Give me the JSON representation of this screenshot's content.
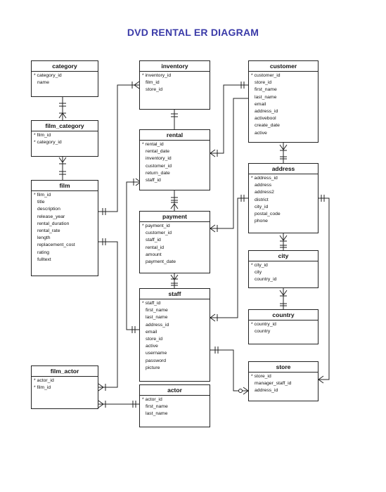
{
  "title": "DVD RENTAL ER DIAGRAM",
  "entities": {
    "category": {
      "name": "category",
      "attrs": [
        {
          "text": "category_id",
          "key": true
        },
        {
          "text": "name",
          "key": false
        }
      ]
    },
    "film_category": {
      "name": "film_category",
      "attrs": [
        {
          "text": "film_id",
          "key": true
        },
        {
          "text": "category_id",
          "key": true
        }
      ]
    },
    "film": {
      "name": "film",
      "attrs": [
        {
          "text": "film_id",
          "key": true
        },
        {
          "text": "title",
          "key": false
        },
        {
          "text": "description",
          "key": false
        },
        {
          "text": "release_year",
          "key": false
        },
        {
          "text": "rental_duration",
          "key": false
        },
        {
          "text": "rental_rate",
          "key": false
        },
        {
          "text": "length",
          "key": false
        },
        {
          "text": "replacement_cost",
          "key": false
        },
        {
          "text": "rating",
          "key": false
        },
        {
          "text": "fulltext",
          "key": false
        }
      ]
    },
    "film_actor": {
      "name": "film_actor",
      "attrs": [
        {
          "text": "actor_id",
          "key": true
        },
        {
          "text": "film_id",
          "key": true
        }
      ]
    },
    "inventory": {
      "name": "inventory",
      "attrs": [
        {
          "text": "inventory_id",
          "key": true
        },
        {
          "text": "film_id",
          "key": false
        },
        {
          "text": "store_id",
          "key": false
        }
      ]
    },
    "rental": {
      "name": "rental",
      "attrs": [
        {
          "text": "rental_id",
          "key": true
        },
        {
          "text": "rental_date",
          "key": false
        },
        {
          "text": "inventory_id",
          "key": false
        },
        {
          "text": "customer_id",
          "key": false
        },
        {
          "text": "return_date",
          "key": false
        },
        {
          "text": "staff_id",
          "key": false
        }
      ]
    },
    "payment": {
      "name": "payment",
      "attrs": [
        {
          "text": "payment_id",
          "key": true
        },
        {
          "text": "customer_id",
          "key": false
        },
        {
          "text": "staff_id",
          "key": false
        },
        {
          "text": "rental_id",
          "key": false
        },
        {
          "text": "amount",
          "key": false
        },
        {
          "text": "payment_date",
          "key": false
        }
      ]
    },
    "staff": {
      "name": "staff",
      "attrs": [
        {
          "text": "staff_id",
          "key": true
        },
        {
          "text": "first_name",
          "key": false
        },
        {
          "text": "last_name",
          "key": false
        },
        {
          "text": "address_id",
          "key": false
        },
        {
          "text": "email",
          "key": false
        },
        {
          "text": "store_id",
          "key": false
        },
        {
          "text": "active",
          "key": false
        },
        {
          "text": "username",
          "key": false
        },
        {
          "text": "password",
          "key": false
        },
        {
          "text": "picture",
          "key": false
        }
      ]
    },
    "actor": {
      "name": "actor",
      "attrs": [
        {
          "text": "actor_id",
          "key": true
        },
        {
          "text": "first_name",
          "key": false
        },
        {
          "text": "last_name",
          "key": false
        }
      ]
    },
    "customer": {
      "name": "customer",
      "attrs": [
        {
          "text": "customer_id",
          "key": true
        },
        {
          "text": "store_id",
          "key": false
        },
        {
          "text": "first_name",
          "key": false
        },
        {
          "text": "last_name",
          "key": false
        },
        {
          "text": "email",
          "key": false
        },
        {
          "text": "address_id",
          "key": false
        },
        {
          "text": "activebool",
          "key": false
        },
        {
          "text": "create_date",
          "key": false
        },
        {
          "text": "active",
          "key": false
        }
      ]
    },
    "address": {
      "name": "address",
      "attrs": [
        {
          "text": "address_id",
          "key": true
        },
        {
          "text": "address",
          "key": false
        },
        {
          "text": "address2",
          "key": false
        },
        {
          "text": "district",
          "key": false
        },
        {
          "text": "city_id",
          "key": false
        },
        {
          "text": "postal_code",
          "key": false
        },
        {
          "text": "phone",
          "key": false
        }
      ]
    },
    "city": {
      "name": "city",
      "attrs": [
        {
          "text": "city_id",
          "key": true
        },
        {
          "text": "city",
          "key": false
        },
        {
          "text": "country_id",
          "key": false
        }
      ]
    },
    "country": {
      "name": "country",
      "attrs": [
        {
          "text": "country_id",
          "key": true
        },
        {
          "text": "country",
          "key": false
        }
      ]
    },
    "store": {
      "name": "store",
      "attrs": [
        {
          "text": "store_id",
          "key": true
        },
        {
          "text": "manager_staff_id",
          "key": false
        },
        {
          "text": "address_id",
          "key": false
        }
      ]
    }
  }
}
